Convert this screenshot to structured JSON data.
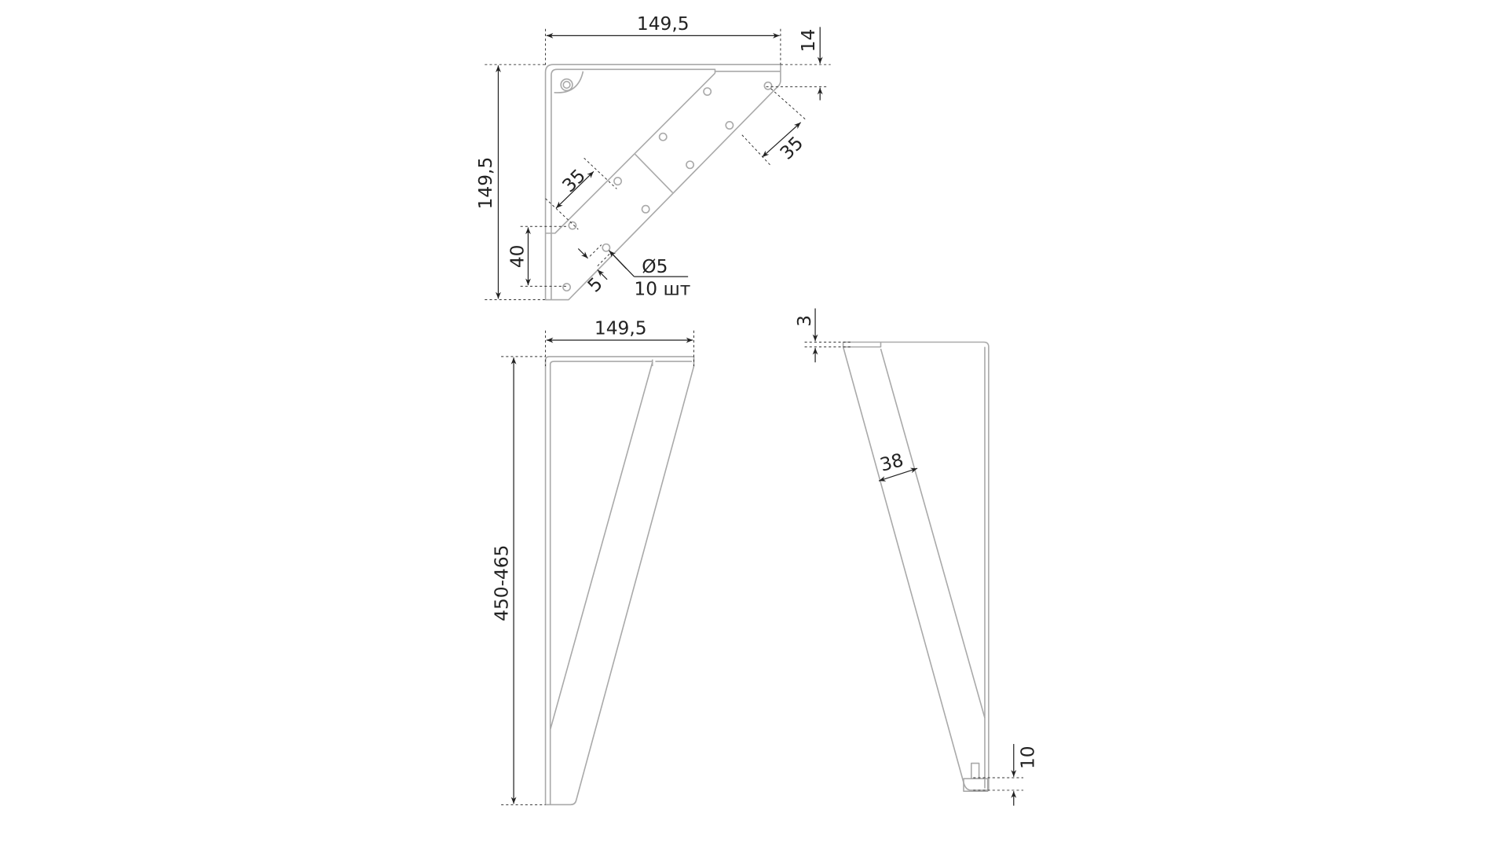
{
  "labels": {
    "bracket_width": "149,5",
    "bracket_height": "149,5",
    "top_offset": "14",
    "hole_spacing_right": "35",
    "hole_spacing_left": "35",
    "bottom_offset": "40",
    "edge_distance": "5",
    "hole_diameter": "Ø5",
    "hole_count": "10 шт",
    "leg_width": "149,5",
    "leg_height": "450-465",
    "top_thickness": "3",
    "strut_width": "38",
    "foot_height": "10"
  },
  "colors": {
    "part_outline": "#a9a9a9",
    "dimension": "#222222"
  }
}
